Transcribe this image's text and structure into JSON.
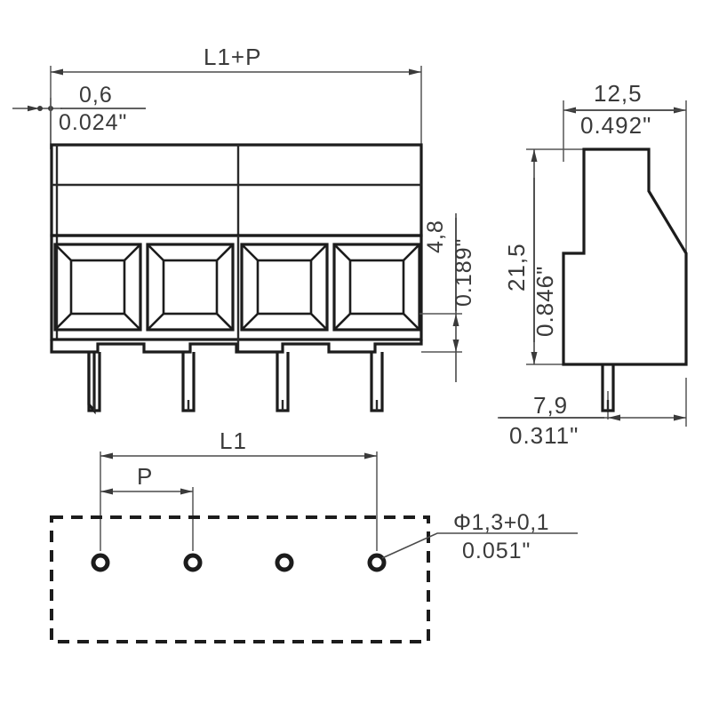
{
  "drawing": {
    "title_views": [
      "front-view",
      "side-view",
      "pcb-layout-view"
    ],
    "line_color": "#1c1c1c",
    "dim_color": "#4a4a4a",
    "text_color": "#3a3a3a",
    "background": "#ffffff"
  },
  "front_view": {
    "overall_dimension": {
      "label": "L1+P",
      "name": "overall-length"
    },
    "wall_thickness": {
      "metric": "0,6",
      "imperial": "0.024\"",
      "name": "wall-thickness"
    },
    "opening_height": {
      "metric": "4,8",
      "imperial": "0.189\"",
      "name": "opening-height"
    },
    "pole_count": 4
  },
  "side_view": {
    "width": {
      "metric": "12,5",
      "imperial": "0.492\"",
      "name": "body-width"
    },
    "height": {
      "metric": "21,5",
      "imperial": "0.846\"",
      "name": "body-height"
    },
    "pin_offset": {
      "metric": "7,9",
      "imperial": "0.311\"",
      "name": "pin-offset"
    }
  },
  "pcb_layout": {
    "overall_pitch_span": {
      "label": "L1",
      "name": "hole-span"
    },
    "pitch": {
      "label": "P",
      "name": "hole-pitch"
    },
    "hole_diameter": {
      "metric": "Φ1,3+0,1",
      "imperial": "0.051\"",
      "name": "hole-diameter"
    },
    "hole_count": 4
  }
}
